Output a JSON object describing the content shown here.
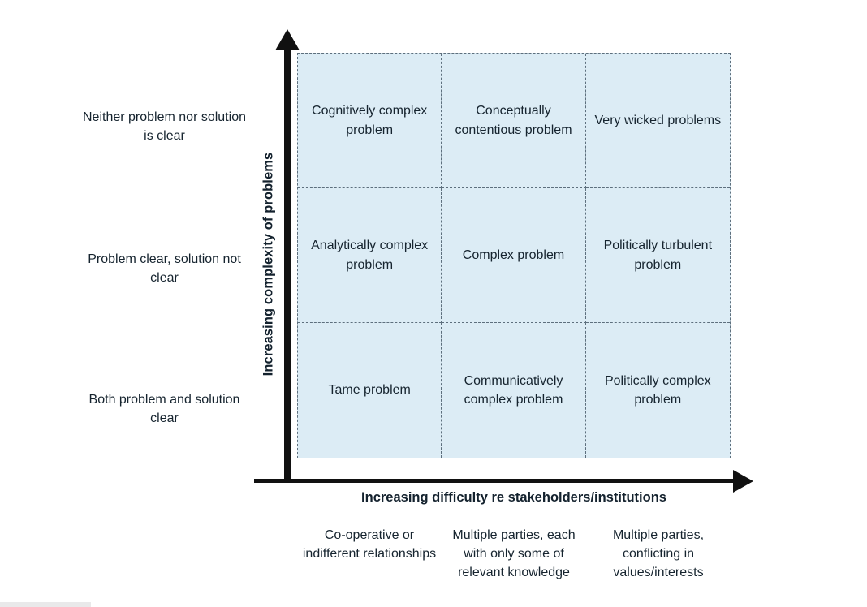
{
  "diagram": {
    "type": "3x3-matrix",
    "axes": {
      "y_title": "Increasing complexity of problems",
      "x_title": "Increasing difficulty re stakeholders/institutions"
    },
    "row_labels": [
      "Neither problem nor solution is clear",
      "Problem clear, solution not clear",
      "Both problem and solution  clear"
    ],
    "col_labels": [
      "Co-operative or indifferent relationships",
      "Multiple parties, each with only some of relevant knowledge",
      "Multiple parties, conflicting in values/interests"
    ],
    "cells": [
      [
        "Cognitively complex problem",
        "Conceptually contentious problem",
        "Very wicked problems"
      ],
      [
        "Analytically complex problem",
        "Complex problem",
        "Politically turbulent problem"
      ],
      [
        "Tame problem",
        "Communicatively complex problem",
        "Politically complex problem"
      ]
    ],
    "colors": {
      "cell_fill": "#dcecf5",
      "grid_line": "#5d6f7d",
      "axis": "#111111",
      "text": "#16242f"
    }
  }
}
